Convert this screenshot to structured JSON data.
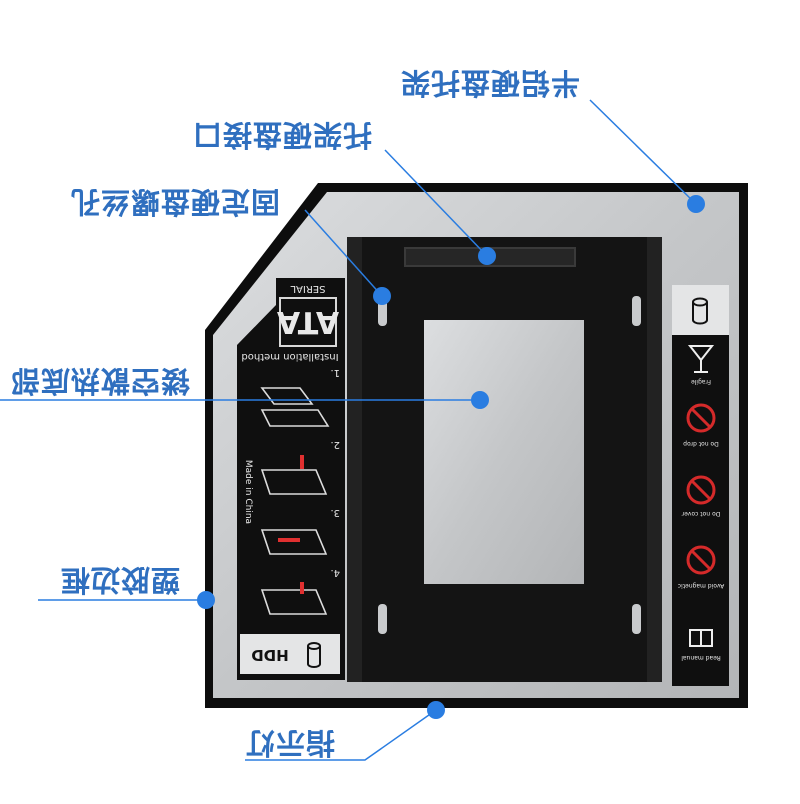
{
  "colors": {
    "callout_blue": "#2f6fbf",
    "dot_blue": "#2a7de1",
    "frame_black": "#0d0d0d",
    "aluminum": "#c9cbcd",
    "tray_black": "#141414"
  },
  "callouts": {
    "aluminum_tray": "半铝硬盘托架",
    "tray_interface": "托架硬盘接口",
    "screw_hole": "固定硬盘螺丝孔",
    "hollow_heatsink": "镂空散热底部",
    "plastic_edge": "塑胶边框",
    "indicator_light": "指示灯"
  },
  "label": {
    "serial": "SERIAL",
    "ata": "ATA",
    "installation": "Installation method",
    "steps": [
      "1.",
      "2.",
      "3.",
      "4."
    ],
    "made_in": "Made in China",
    "hdd": "HDD"
  },
  "warnings": {
    "w1": "Fragile",
    "w2": "Do not drop",
    "w3": "Do not cover",
    "w4": "Avoid magnetic",
    "w5": "Read manual"
  },
  "icons": [
    "hdd-cylinder-icon",
    "fragile-glass-icon",
    "no-drop-icon",
    "no-press-icon",
    "no-magnet-icon",
    "read-manual-icon"
  ]
}
